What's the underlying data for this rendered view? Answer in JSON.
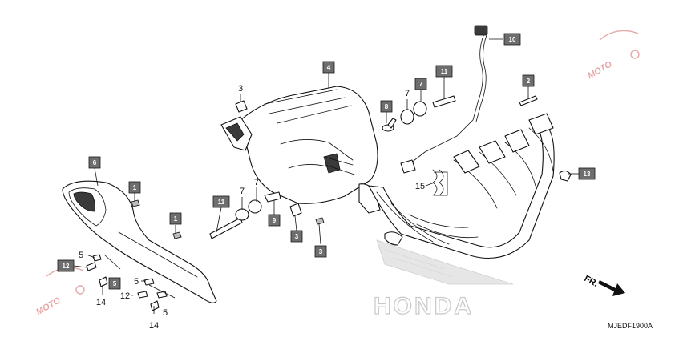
{
  "diagram": {
    "code": "MJEDF1900A",
    "direction": "FR.",
    "brand_mark": "HONDA",
    "watermark": "MOTO",
    "callouts_boxed": [
      {
        "id": "c10",
        "label": "10"
      },
      {
        "id": "c4",
        "label": "4"
      },
      {
        "id": "c11a",
        "label": "11"
      },
      {
        "id": "c2",
        "label": "2"
      },
      {
        "id": "c7a",
        "label": "7"
      },
      {
        "id": "c8a",
        "label": "8"
      },
      {
        "id": "c6",
        "label": "6"
      },
      {
        "id": "c1a",
        "label": "1"
      },
      {
        "id": "c1b",
        "label": "1"
      },
      {
        "id": "c11b",
        "label": "11"
      },
      {
        "id": "c9",
        "label": "9"
      },
      {
        "id": "c3a",
        "label": "3"
      },
      {
        "id": "c3b",
        "label": "3"
      },
      {
        "id": "c13",
        "label": "13"
      },
      {
        "id": "c12a",
        "label": "12"
      },
      {
        "id": "c5a",
        "label": "5"
      }
    ],
    "callouts_plain": [
      {
        "id": "p3top",
        "label": "3"
      },
      {
        "id": "p7top",
        "label": "7"
      },
      {
        "id": "p7b",
        "label": "7"
      },
      {
        "id": "p7c",
        "label": "7"
      },
      {
        "id": "p15",
        "label": "15"
      },
      {
        "id": "p5a",
        "label": "5"
      },
      {
        "id": "p14a",
        "label": "14"
      },
      {
        "id": "p5b",
        "label": "5"
      },
      {
        "id": "p12b",
        "label": "12"
      },
      {
        "id": "p5c",
        "label": "5"
      },
      {
        "id": "p14b",
        "label": "14"
      }
    ]
  }
}
